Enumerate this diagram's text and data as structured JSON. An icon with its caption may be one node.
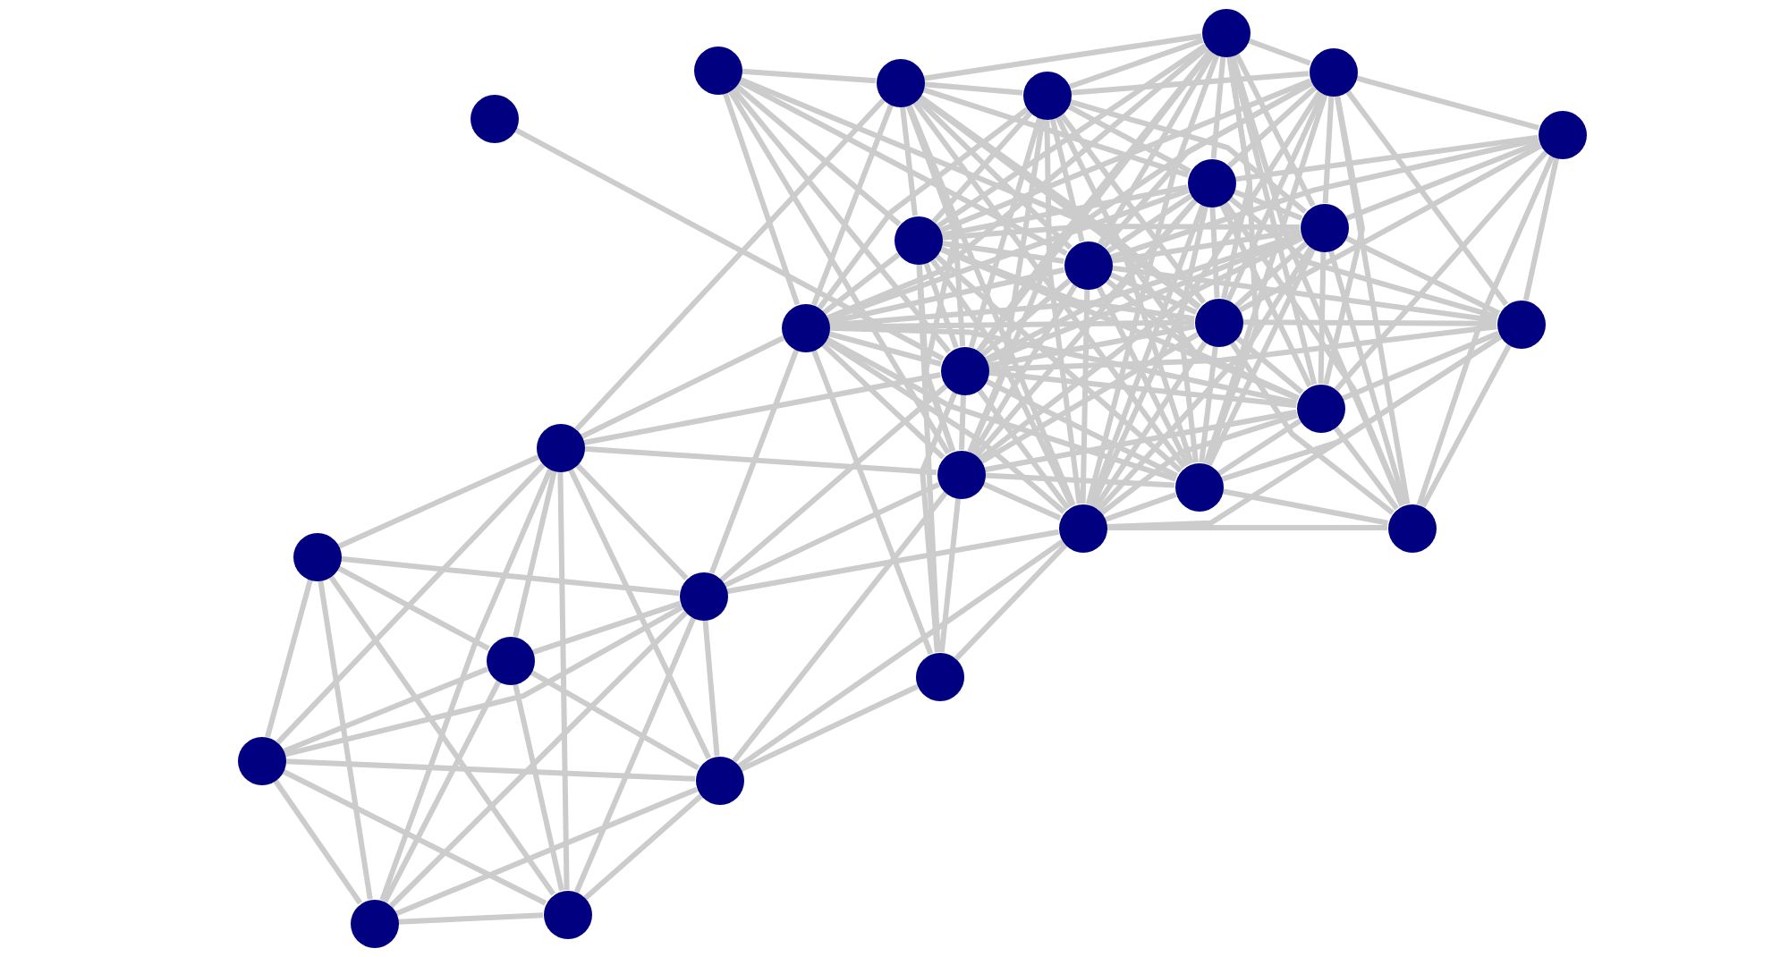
{
  "diagram": {
    "nodes": [
      {
        "text": [],
        "shape": "circle"
      },
      {
        "text": [],
        "shape": "circle"
      },
      {
        "text": [],
        "shape": "circle"
      },
      {
        "text": [],
        "shape": "circle"
      },
      {
        "text": [],
        "shape": "circle"
      },
      {
        "text": [],
        "shape": "circle"
      },
      {
        "text": [],
        "shape": "circle"
      },
      {
        "text": [],
        "shape": "circle"
      },
      {
        "text": [],
        "shape": "circle"
      },
      {
        "text": [],
        "shape": "circle"
      },
      {
        "text": [],
        "shape": "circle"
      },
      {
        "text": [],
        "shape": "circle"
      },
      {
        "text": [],
        "shape": "circle"
      },
      {
        "text": [],
        "shape": "circle"
      },
      {
        "text": [],
        "shape": "circle"
      },
      {
        "text": [],
        "shape": "circle"
      },
      {
        "text": [],
        "shape": "circle"
      },
      {
        "text": [],
        "shape": "circle"
      },
      {
        "text": [],
        "shape": "circle"
      },
      {
        "text": [],
        "shape": "circle"
      },
      {
        "text": [],
        "shape": "circle"
      },
      {
        "text": [],
        "shape": "circle"
      },
      {
        "text": [],
        "shape": "circle"
      },
      {
        "text": [],
        "shape": "circle"
      },
      {
        "text": [],
        "shape": "circle"
      },
      {
        "text": [],
        "shape": "circle"
      },
      {
        "text": [],
        "shape": "circle"
      },
      {
        "text": [],
        "shape": "circle"
      },
      {
        "text": [],
        "shape": "circle"
      }
    ],
    "edges": [
      {
        "from": 0,
        "to": 14,
        "arrow": "none"
      },
      {
        "from": 1,
        "to": 2,
        "arrow": "none"
      },
      {
        "from": 1,
        "to": 11,
        "arrow": "none"
      },
      {
        "from": 1,
        "to": 9,
        "arrow": "none"
      },
      {
        "from": 1,
        "to": 14,
        "arrow": "none"
      },
      {
        "from": 1,
        "to": 17,
        "arrow": "none"
      },
      {
        "from": 1,
        "to": 10,
        "arrow": "none"
      },
      {
        "from": 1,
        "to": 12,
        "arrow": "none"
      },
      {
        "from": 2,
        "to": 3,
        "arrow": "none"
      },
      {
        "from": 2,
        "to": 4,
        "arrow": "none"
      },
      {
        "from": 2,
        "to": 9,
        "arrow": "none"
      },
      {
        "from": 2,
        "to": 10,
        "arrow": "none"
      },
      {
        "from": 2,
        "to": 11,
        "arrow": "none"
      },
      {
        "from": 2,
        "to": 14,
        "arrow": "none"
      },
      {
        "from": 2,
        "to": 17,
        "arrow": "none"
      },
      {
        "from": 2,
        "to": 7,
        "arrow": "none"
      },
      {
        "from": 2,
        "to": 12,
        "arrow": "none"
      },
      {
        "from": 2,
        "to": 15,
        "arrow": "none"
      },
      {
        "from": 2,
        "to": 18,
        "arrow": "none"
      },
      {
        "from": 2,
        "to": 19,
        "arrow": "none"
      },
      {
        "from": 2,
        "to": 16,
        "arrow": "none"
      },
      {
        "from": 3,
        "to": 4,
        "arrow": "none"
      },
      {
        "from": 3,
        "to": 5,
        "arrow": "none"
      },
      {
        "from": 3,
        "to": 7,
        "arrow": "none"
      },
      {
        "from": 3,
        "to": 9,
        "arrow": "none"
      },
      {
        "from": 3,
        "to": 10,
        "arrow": "none"
      },
      {
        "from": 3,
        "to": 11,
        "arrow": "none"
      },
      {
        "from": 3,
        "to": 12,
        "arrow": "none"
      },
      {
        "from": 3,
        "to": 14,
        "arrow": "none"
      },
      {
        "from": 3,
        "to": 17,
        "arrow": "none"
      },
      {
        "from": 3,
        "to": 18,
        "arrow": "none"
      },
      {
        "from": 3,
        "to": 19,
        "arrow": "none"
      },
      {
        "from": 3,
        "to": 8,
        "arrow": "none"
      },
      {
        "from": 4,
        "to": 5,
        "arrow": "none"
      },
      {
        "from": 4,
        "to": 7,
        "arrow": "none"
      },
      {
        "from": 4,
        "to": 8,
        "arrow": "none"
      },
      {
        "from": 4,
        "to": 9,
        "arrow": "none"
      },
      {
        "from": 4,
        "to": 10,
        "arrow": "none"
      },
      {
        "from": 4,
        "to": 12,
        "arrow": "none"
      },
      {
        "from": 4,
        "to": 14,
        "arrow": "none"
      },
      {
        "from": 4,
        "to": 15,
        "arrow": "none"
      },
      {
        "from": 4,
        "to": 17,
        "arrow": "none"
      },
      {
        "from": 4,
        "to": 18,
        "arrow": "none"
      },
      {
        "from": 4,
        "to": 19,
        "arrow": "none"
      },
      {
        "from": 4,
        "to": 20,
        "arrow": "none"
      },
      {
        "from": 4,
        "to": 11,
        "arrow": "none"
      },
      {
        "from": 5,
        "to": 6,
        "arrow": "none"
      },
      {
        "from": 5,
        "to": 7,
        "arrow": "none"
      },
      {
        "from": 5,
        "to": 8,
        "arrow": "none"
      },
      {
        "from": 5,
        "to": 9,
        "arrow": "none"
      },
      {
        "from": 5,
        "to": 10,
        "arrow": "none"
      },
      {
        "from": 5,
        "to": 12,
        "arrow": "none"
      },
      {
        "from": 5,
        "to": 13,
        "arrow": "none"
      },
      {
        "from": 5,
        "to": 15,
        "arrow": "none"
      },
      {
        "from": 5,
        "to": 18,
        "arrow": "none"
      },
      {
        "from": 5,
        "to": 19,
        "arrow": "none"
      },
      {
        "from": 5,
        "to": 20,
        "arrow": "none"
      },
      {
        "from": 5,
        "to": 14,
        "arrow": "none"
      },
      {
        "from": 6,
        "to": 7,
        "arrow": "none"
      },
      {
        "from": 6,
        "to": 8,
        "arrow": "none"
      },
      {
        "from": 6,
        "to": 12,
        "arrow": "none"
      },
      {
        "from": 6,
        "to": 13,
        "arrow": "none"
      },
      {
        "from": 6,
        "to": 15,
        "arrow": "none"
      },
      {
        "from": 6,
        "to": 20,
        "arrow": "none"
      },
      {
        "from": 6,
        "to": 10,
        "arrow": "none"
      },
      {
        "from": 7,
        "to": 8,
        "arrow": "none"
      },
      {
        "from": 7,
        "to": 9,
        "arrow": "none"
      },
      {
        "from": 7,
        "to": 10,
        "arrow": "none"
      },
      {
        "from": 7,
        "to": 11,
        "arrow": "none"
      },
      {
        "from": 7,
        "to": 12,
        "arrow": "none"
      },
      {
        "from": 7,
        "to": 14,
        "arrow": "none"
      },
      {
        "from": 7,
        "to": 15,
        "arrow": "none"
      },
      {
        "from": 7,
        "to": 17,
        "arrow": "none"
      },
      {
        "from": 7,
        "to": 18,
        "arrow": "none"
      },
      {
        "from": 7,
        "to": 19,
        "arrow": "none"
      },
      {
        "from": 7,
        "to": 20,
        "arrow": "none"
      },
      {
        "from": 7,
        "to": 13,
        "arrow": "none"
      },
      {
        "from": 8,
        "to": 9,
        "arrow": "none"
      },
      {
        "from": 8,
        "to": 10,
        "arrow": "none"
      },
      {
        "from": 8,
        "to": 11,
        "arrow": "none"
      },
      {
        "from": 8,
        "to": 12,
        "arrow": "none"
      },
      {
        "from": 8,
        "to": 13,
        "arrow": "none"
      },
      {
        "from": 8,
        "to": 14,
        "arrow": "none"
      },
      {
        "from": 8,
        "to": 15,
        "arrow": "none"
      },
      {
        "from": 8,
        "to": 17,
        "arrow": "none"
      },
      {
        "from": 8,
        "to": 18,
        "arrow": "none"
      },
      {
        "from": 8,
        "to": 19,
        "arrow": "none"
      },
      {
        "from": 8,
        "to": 20,
        "arrow": "none"
      },
      {
        "from": 9,
        "to": 10,
        "arrow": "none"
      },
      {
        "from": 9,
        "to": 11,
        "arrow": "none"
      },
      {
        "from": 9,
        "to": 12,
        "arrow": "none"
      },
      {
        "from": 9,
        "to": 14,
        "arrow": "none"
      },
      {
        "from": 9,
        "to": 15,
        "arrow": "none"
      },
      {
        "from": 9,
        "to": 17,
        "arrow": "none"
      },
      {
        "from": 9,
        "to": 18,
        "arrow": "none"
      },
      {
        "from": 9,
        "to": 19,
        "arrow": "none"
      },
      {
        "from": 9,
        "to": 24,
        "arrow": "none"
      },
      {
        "from": 10,
        "to": 11,
        "arrow": "none"
      },
      {
        "from": 10,
        "to": 12,
        "arrow": "none"
      },
      {
        "from": 10,
        "to": 14,
        "arrow": "none"
      },
      {
        "from": 10,
        "to": 15,
        "arrow": "none"
      },
      {
        "from": 10,
        "to": 17,
        "arrow": "none"
      },
      {
        "from": 10,
        "to": 18,
        "arrow": "none"
      },
      {
        "from": 10,
        "to": 19,
        "arrow": "none"
      },
      {
        "from": 10,
        "to": 13,
        "arrow": "none"
      },
      {
        "from": 11,
        "to": 12,
        "arrow": "none"
      },
      {
        "from": 11,
        "to": 14,
        "arrow": "none"
      },
      {
        "from": 11,
        "to": 15,
        "arrow": "none"
      },
      {
        "from": 11,
        "to": 17,
        "arrow": "none"
      },
      {
        "from": 11,
        "to": 18,
        "arrow": "none"
      },
      {
        "from": 11,
        "to": 19,
        "arrow": "none"
      },
      {
        "from": 11,
        "to": 16,
        "arrow": "none"
      },
      {
        "from": 11,
        "to": 22,
        "arrow": "none"
      },
      {
        "from": 11,
        "to": 24,
        "arrow": "none"
      },
      {
        "from": 12,
        "to": 13,
        "arrow": "none"
      },
      {
        "from": 12,
        "to": 14,
        "arrow": "none"
      },
      {
        "from": 12,
        "to": 15,
        "arrow": "none"
      },
      {
        "from": 12,
        "to": 17,
        "arrow": "none"
      },
      {
        "from": 12,
        "to": 18,
        "arrow": "none"
      },
      {
        "from": 12,
        "to": 19,
        "arrow": "none"
      },
      {
        "from": 12,
        "to": 20,
        "arrow": "none"
      },
      {
        "from": 13,
        "to": 14,
        "arrow": "none"
      },
      {
        "from": 13,
        "to": 15,
        "arrow": "none"
      },
      {
        "from": 13,
        "to": 18,
        "arrow": "none"
      },
      {
        "from": 13,
        "to": 19,
        "arrow": "none"
      },
      {
        "from": 13,
        "to": 20,
        "arrow": "none"
      },
      {
        "from": 14,
        "to": 15,
        "arrow": "none"
      },
      {
        "from": 14,
        "to": 17,
        "arrow": "none"
      },
      {
        "from": 14,
        "to": 18,
        "arrow": "none"
      },
      {
        "from": 14,
        "to": 19,
        "arrow": "none"
      },
      {
        "from": 14,
        "to": 16,
        "arrow": "none"
      },
      {
        "from": 14,
        "to": 22,
        "arrow": "none"
      },
      {
        "from": 14,
        "to": 24,
        "arrow": "none"
      },
      {
        "from": 15,
        "to": 17,
        "arrow": "none"
      },
      {
        "from": 15,
        "to": 18,
        "arrow": "none"
      },
      {
        "from": 15,
        "to": 19,
        "arrow": "none"
      },
      {
        "from": 15,
        "to": 20,
        "arrow": "none"
      },
      {
        "from": 16,
        "to": 17,
        "arrow": "none"
      },
      {
        "from": 16,
        "to": 21,
        "arrow": "none"
      },
      {
        "from": 16,
        "to": 22,
        "arrow": "none"
      },
      {
        "from": 16,
        "to": 23,
        "arrow": "none"
      },
      {
        "from": 16,
        "to": 25,
        "arrow": "none"
      },
      {
        "from": 16,
        "to": 26,
        "arrow": "none"
      },
      {
        "from": 16,
        "to": 27,
        "arrow": "none"
      },
      {
        "from": 16,
        "to": 28,
        "arrow": "none"
      },
      {
        "from": 17,
        "to": 18,
        "arrow": "none"
      },
      {
        "from": 17,
        "to": 19,
        "arrow": "none"
      },
      {
        "from": 17,
        "to": 24,
        "arrow": "none"
      },
      {
        "from": 17,
        "to": 22,
        "arrow": "none"
      },
      {
        "from": 17,
        "to": 26,
        "arrow": "none"
      },
      {
        "from": 18,
        "to": 19,
        "arrow": "none"
      },
      {
        "from": 18,
        "to": 20,
        "arrow": "none"
      },
      {
        "from": 19,
        "to": 20,
        "arrow": "none"
      },
      {
        "from": 19,
        "to": 22,
        "arrow": "none"
      },
      {
        "from": 19,
        "to": 24,
        "arrow": "none"
      },
      {
        "from": 19,
        "to": 26,
        "arrow": "none"
      },
      {
        "from": 21,
        "to": 22,
        "arrow": "none"
      },
      {
        "from": 21,
        "to": 23,
        "arrow": "none"
      },
      {
        "from": 21,
        "to": 25,
        "arrow": "none"
      },
      {
        "from": 21,
        "to": 27,
        "arrow": "none"
      },
      {
        "from": 21,
        "to": 28,
        "arrow": "none"
      },
      {
        "from": 22,
        "to": 23,
        "arrow": "none"
      },
      {
        "from": 22,
        "to": 25,
        "arrow": "none"
      },
      {
        "from": 22,
        "to": 26,
        "arrow": "none"
      },
      {
        "from": 22,
        "to": 27,
        "arrow": "none"
      },
      {
        "from": 22,
        "to": 28,
        "arrow": "none"
      },
      {
        "from": 23,
        "to": 25,
        "arrow": "none"
      },
      {
        "from": 23,
        "to": 26,
        "arrow": "none"
      },
      {
        "from": 23,
        "to": 27,
        "arrow": "none"
      },
      {
        "from": 23,
        "to": 28,
        "arrow": "none"
      },
      {
        "from": 24,
        "to": 26,
        "arrow": "none"
      },
      {
        "from": 25,
        "to": 26,
        "arrow": "none"
      },
      {
        "from": 25,
        "to": 27,
        "arrow": "none"
      },
      {
        "from": 25,
        "to": 28,
        "arrow": "none"
      },
      {
        "from": 26,
        "to": 27,
        "arrow": "none"
      },
      {
        "from": 26,
        "to": 28,
        "arrow": "none"
      },
      {
        "from": 27,
        "to": 28,
        "arrow": "none"
      }
    ]
  }
}
